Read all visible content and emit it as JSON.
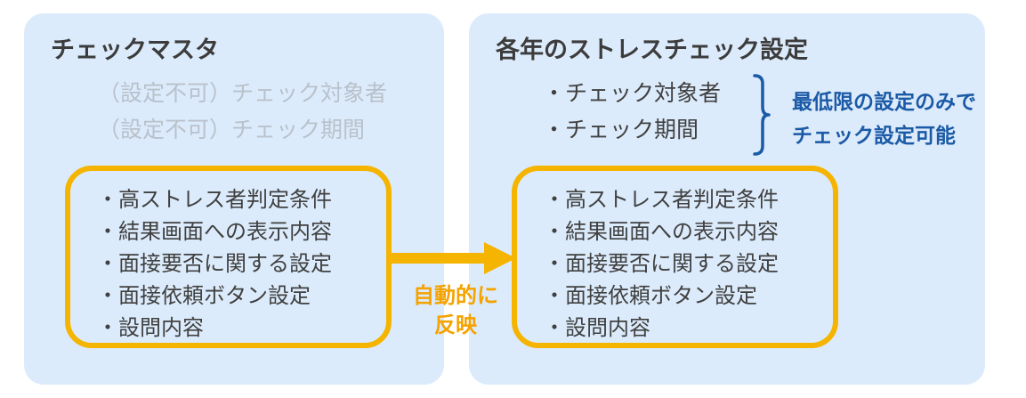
{
  "left_panel": {
    "title": "チェックマスタ",
    "disabled_items": [
      "（設定不可）チェック対象者",
      "（設定不可）チェック期間"
    ],
    "settings": [
      "・高ストレス者判定条件",
      "・結果画面への表示内容",
      "・面接要否に関する設定",
      "・面接依頼ボタン設定",
      "・設問内容"
    ]
  },
  "right_panel": {
    "title": "各年のストレスチェック設定",
    "target_items": [
      "・チェック対象者",
      "・チェック期間"
    ],
    "brace_note": [
      "最低限の設定のみで",
      "チェック設定可能"
    ],
    "settings": [
      "・高ストレス者判定条件",
      "・結果画面への表示内容",
      "・面接要否に関する設定",
      "・面接依頼ボタン設定",
      "・設問内容"
    ]
  },
  "arrow": {
    "label": [
      "自動的に",
      "反映"
    ]
  },
  "colors": {
    "panel_bg": "#dcebfb",
    "box_border": "#f4b400",
    "arrow": "#f4b400",
    "arrow_label": "#f4a300",
    "note_blue": "#1b5aa6",
    "disabled_text": "#b9c1cb"
  }
}
